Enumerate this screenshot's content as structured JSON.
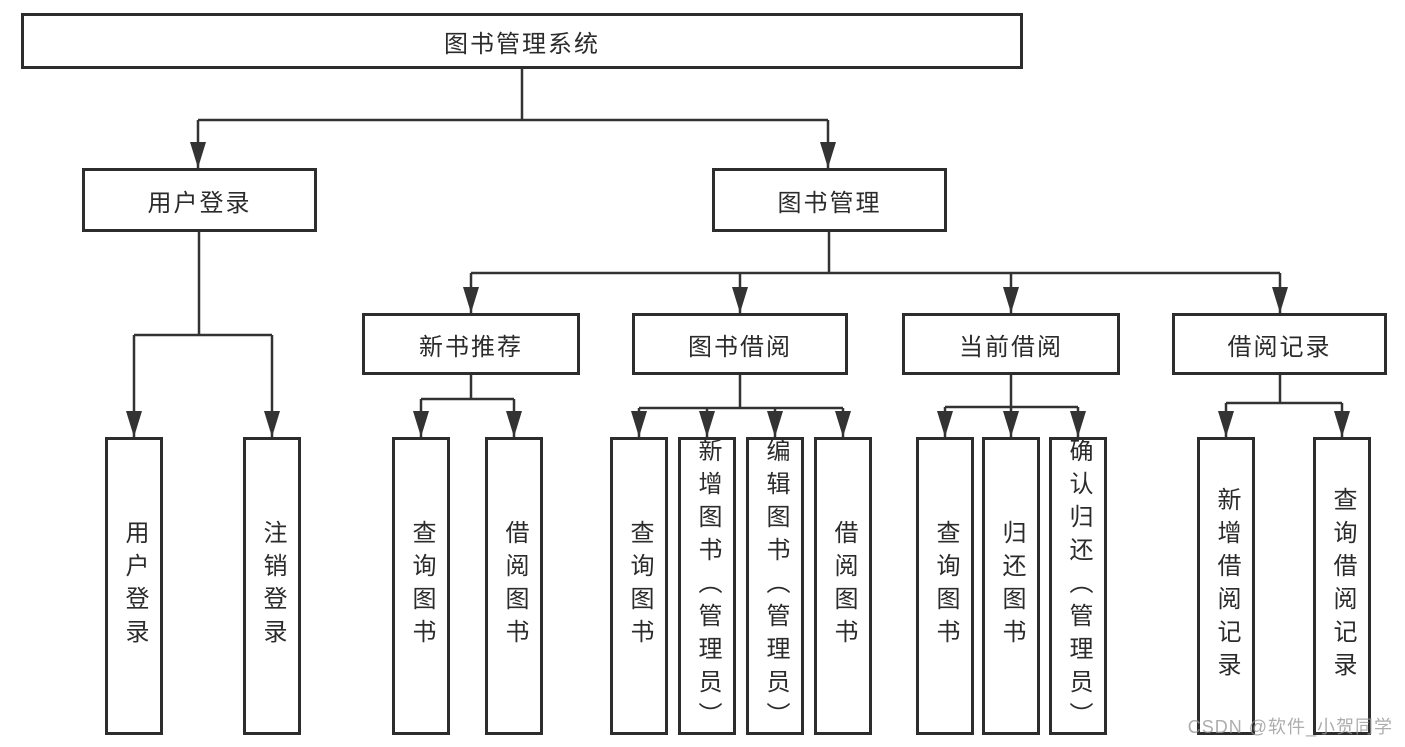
{
  "diagram": {
    "type": "hierarchy-tree",
    "colors": {
      "background": "#ffffff",
      "line": "#333333",
      "box_border": "#2d2d2d",
      "text": "#2b2b2b",
      "watermark": "#969696"
    },
    "nodes": {
      "root": {
        "label": "图书管理系统"
      },
      "level2": [
        {
          "label": "用户登录"
        },
        {
          "label": "图书管理"
        }
      ],
      "level3": [
        {
          "label": "新书推荐"
        },
        {
          "label": "图书借阅"
        },
        {
          "label": "当前借阅"
        },
        {
          "label": "借阅记录"
        }
      ],
      "leaves": [
        {
          "label": "用户登录"
        },
        {
          "label": "注销登录"
        },
        {
          "label": "查询图书"
        },
        {
          "label": "借阅图书"
        },
        {
          "label": "查询图书"
        },
        {
          "label": "新增图书（管理员）"
        },
        {
          "label": "编辑图书（管理员）"
        },
        {
          "label": "借阅图书"
        },
        {
          "label": "查询图书"
        },
        {
          "label": "归还图书"
        },
        {
          "label": "确认归还（管理员）"
        },
        {
          "label": "新增借阅记录"
        },
        {
          "label": "查询借阅记录"
        }
      ]
    },
    "edges": [
      {
        "from": "图书管理系统",
        "to": [
          "用户登录",
          "图书管理"
        ]
      },
      {
        "from": "用户登录",
        "to": [
          "用户登录",
          "注销登录"
        ]
      },
      {
        "from": "图书管理",
        "to": [
          "新书推荐",
          "图书借阅",
          "当前借阅",
          "借阅记录"
        ]
      },
      {
        "from": "新书推荐",
        "to": [
          "查询图书",
          "借阅图书"
        ]
      },
      {
        "from": "图书借阅",
        "to": [
          "查询图书",
          "新增图书（管理员）",
          "编辑图书（管理员）",
          "借阅图书"
        ]
      },
      {
        "from": "当前借阅",
        "to": [
          "查询图书",
          "归还图书",
          "确认归还（管理员）"
        ]
      },
      {
        "from": "借阅记录",
        "to": [
          "新增借阅记录",
          "查询借阅记录"
        ]
      }
    ]
  },
  "watermark": {
    "text": "CSDN @软件_小贺同学"
  }
}
